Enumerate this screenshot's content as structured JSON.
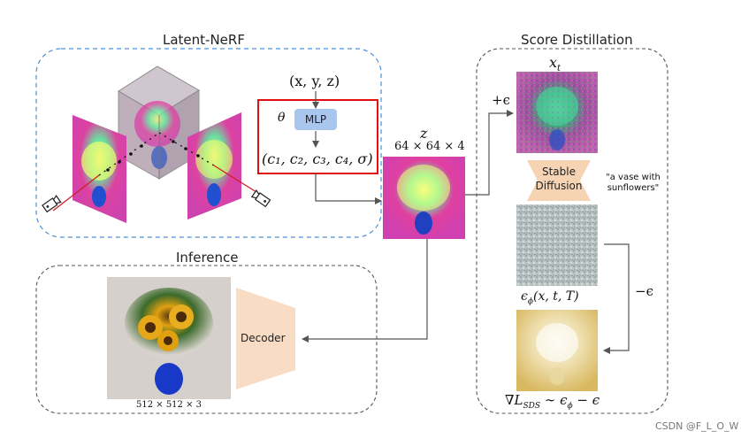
{
  "panels": {
    "latent_nerf_title": "Latent-NeRF",
    "score_distillation_title": "Score Distillation",
    "inference_title": "Inference"
  },
  "nerf": {
    "input": "(x, y, z)",
    "theta": "θ",
    "mlp_label": "MLP",
    "output": "(c₁, c₂, c₃, c₄, σ)"
  },
  "latent": {
    "symbol": "z",
    "size": "64 × 64 × 4"
  },
  "score": {
    "xt": "x",
    "xt_sub": "t",
    "plus_eps": "+ϵ",
    "stable_diffusion": [
      "Stable",
      "Diffusion"
    ],
    "prompt": [
      "\"a vase with",
      "sunflowers\""
    ],
    "eps_phi": "ϵ",
    "eps_phi_sub": "ϕ",
    "eps_phi_args": "(x, t, T)",
    "minus_eps": "−ϵ",
    "grad": "∇L",
    "grad_sub": "SDS",
    "grad_rhs": " ∼ ϵ",
    "grad_rhs_sub": "ϕ",
    "grad_rhs_tail": " − ϵ"
  },
  "inference": {
    "decoder_label": "Decoder",
    "output_size": "512 × 512 × 3"
  },
  "watermark": "CSDN @F_L_O_W",
  "colors": {
    "latent_box_border": "#4a90d9",
    "dashed_border": "#555555",
    "highlight_red": "#e01010",
    "mlp_blue": "#a9c6ef",
    "sd_peach": "#f6d3b3",
    "decoder_peach": "#f8dcc4",
    "camera_red": "#d02020"
  }
}
